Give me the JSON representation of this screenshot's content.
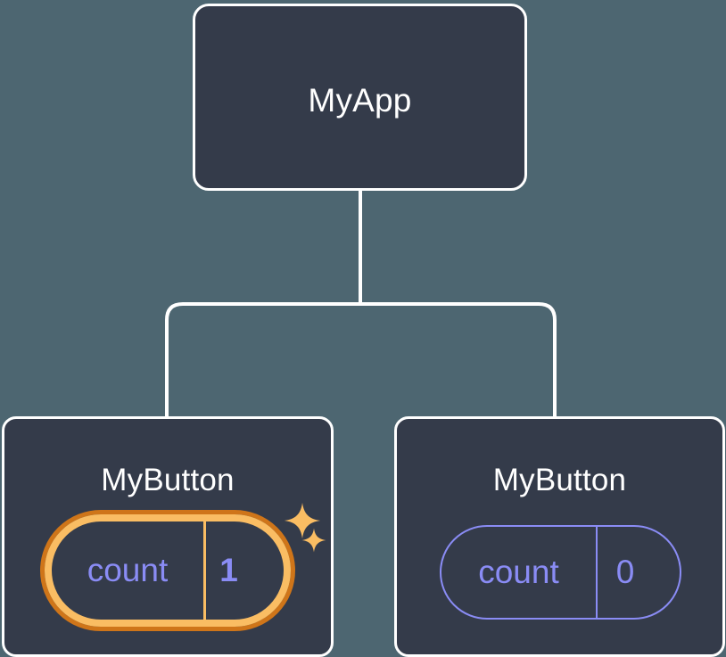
{
  "diagram": {
    "type": "component-tree",
    "background_color": "#4d6671",
    "node_fill_color": "#343b4a",
    "node_border_color": "#ffffff",
    "connector_color": "#ffffff",
    "accent_highlight_color": "#fabd63",
    "accent_highlight_outer_color": "#cf7519",
    "accent_state_color": "#8a8cf5"
  },
  "root": {
    "label": "MyApp"
  },
  "children": [
    {
      "label": "MyButton",
      "state": {
        "key": "count",
        "value": "1"
      },
      "highlighted": true,
      "sparkles": [
        "sparkle-large",
        "sparkle-small"
      ]
    },
    {
      "label": "MyButton",
      "state": {
        "key": "count",
        "value": "0"
      },
      "highlighted": false,
      "sparkles": []
    }
  ]
}
